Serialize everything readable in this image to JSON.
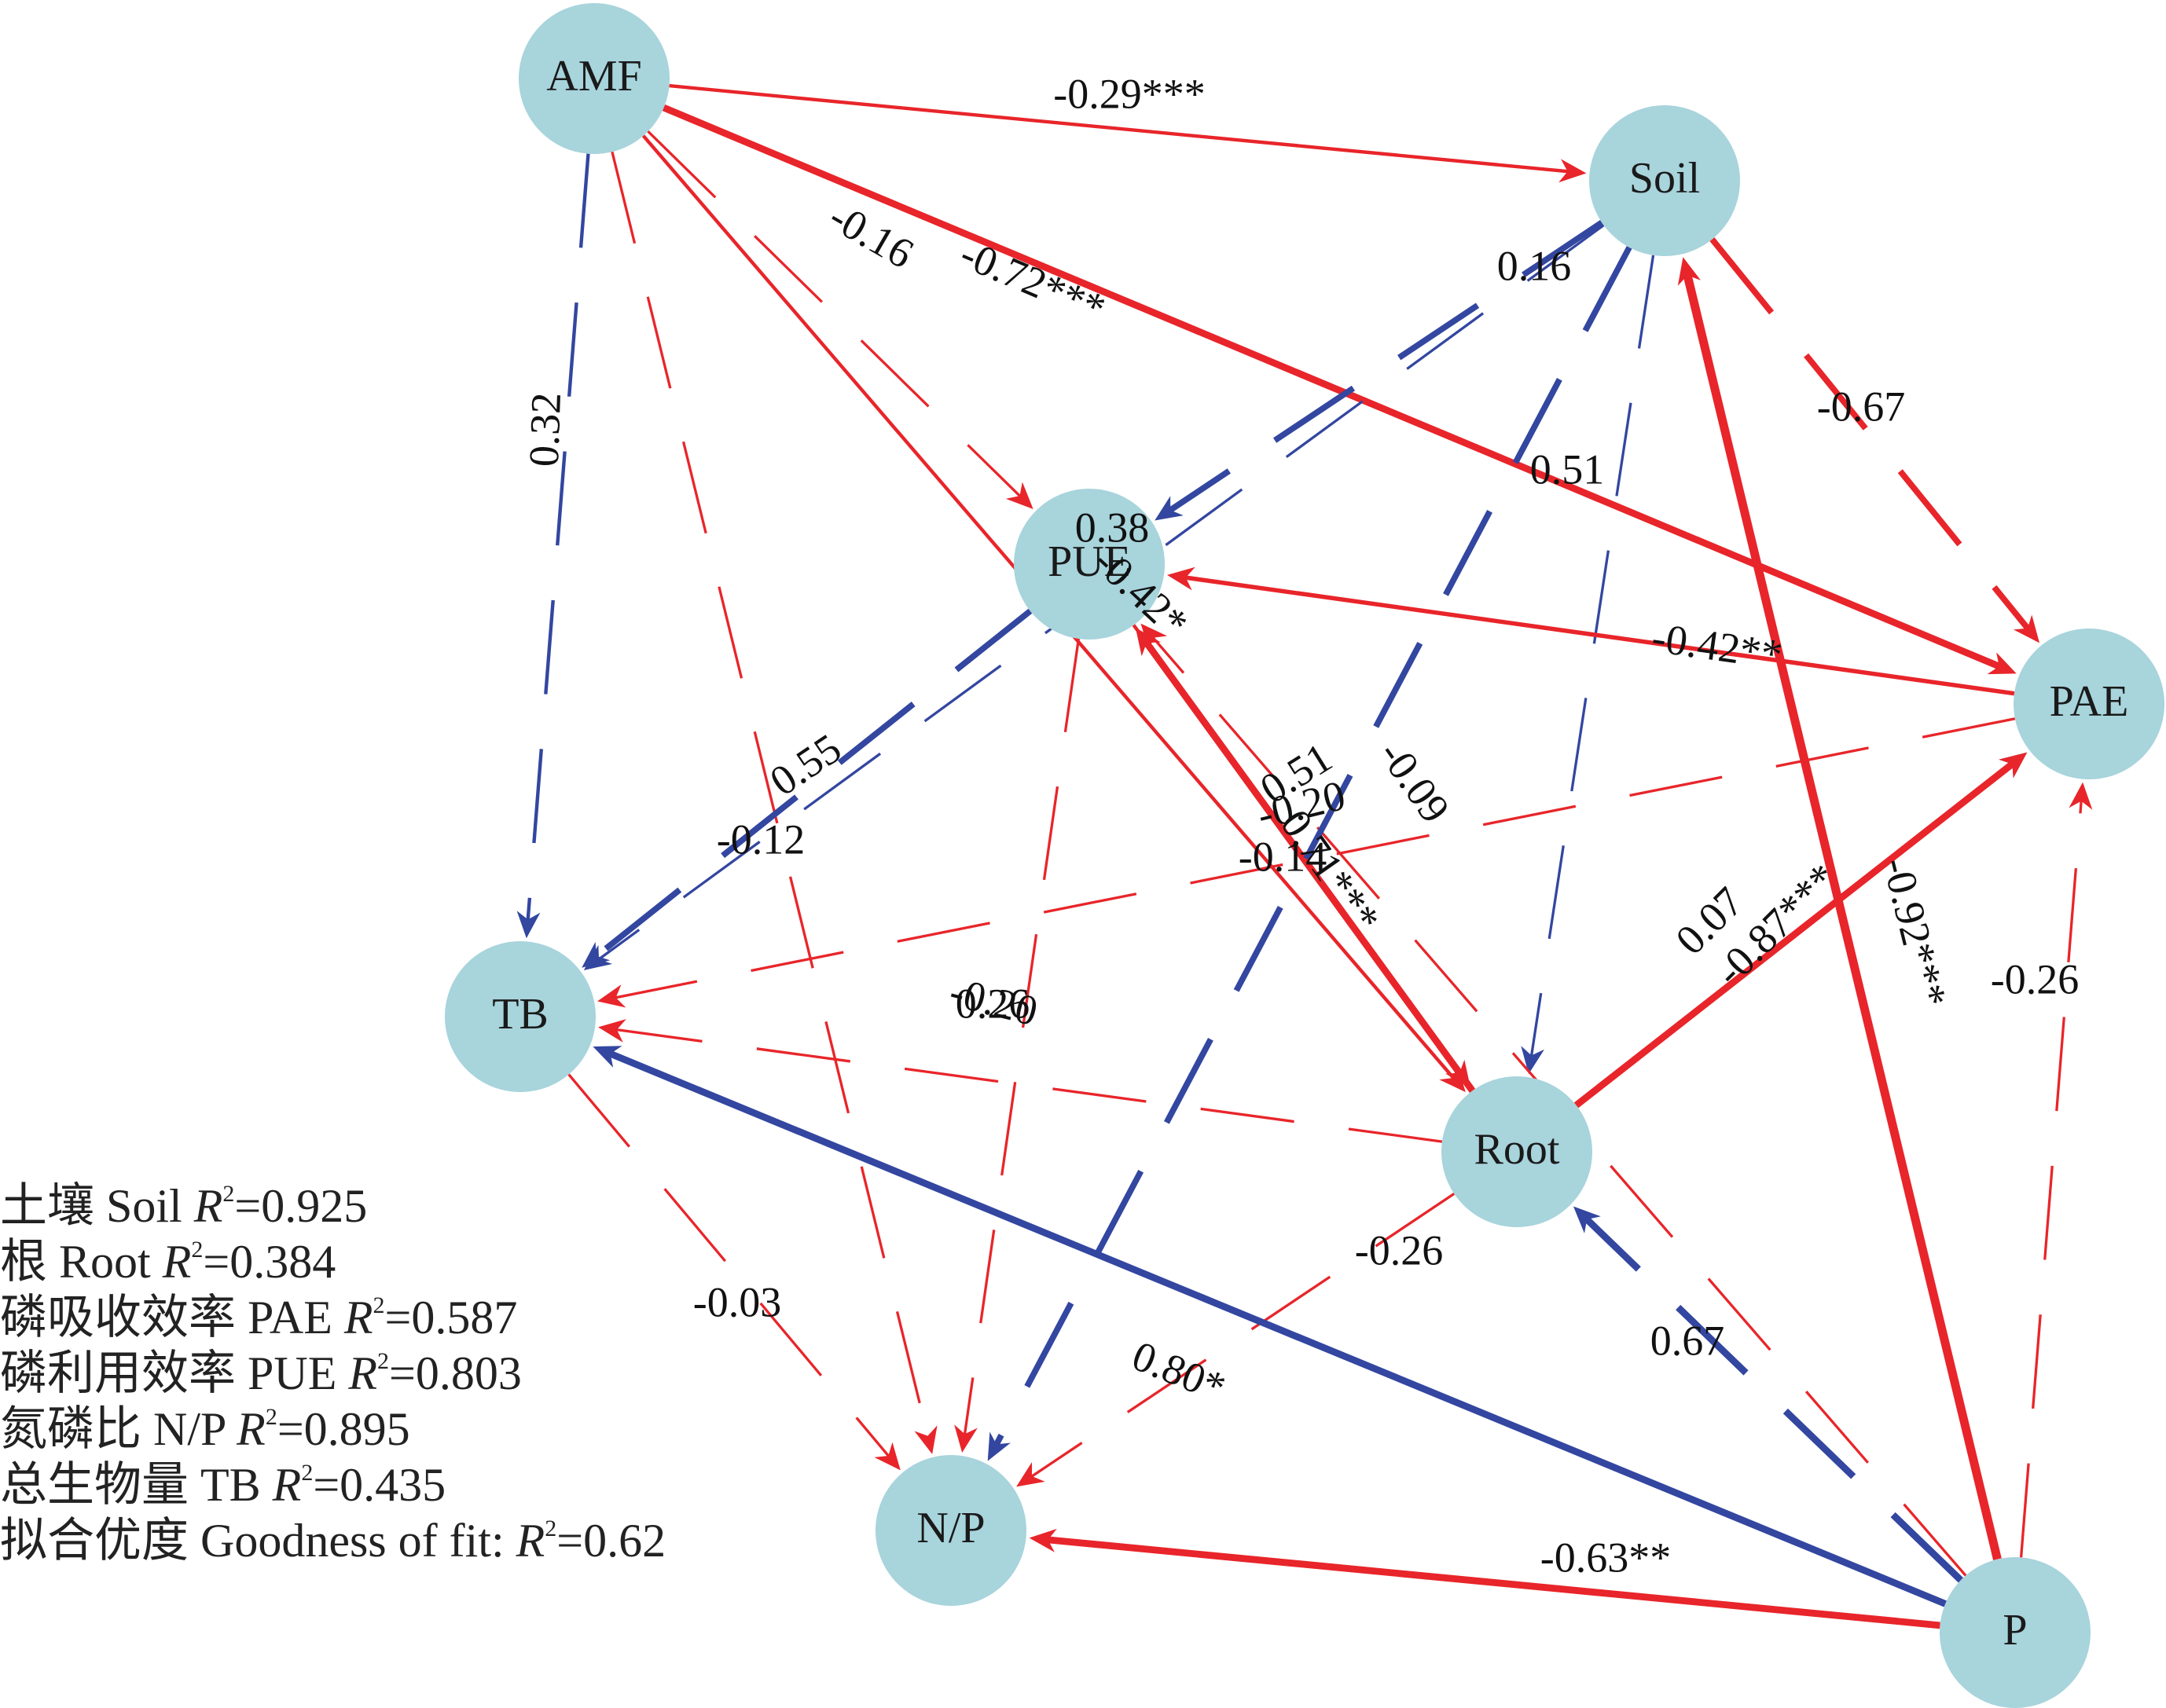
{
  "colors": {
    "positive": "#3346a0",
    "negative": "#e8252a",
    "node_fill": "#a8d4dc",
    "text": "#1a1a1a"
  },
  "nodes": [
    {
      "id": "AMF",
      "label": "AMF"
    },
    {
      "id": "Soil",
      "label": "Soil"
    },
    {
      "id": "PUE",
      "label": "PUE"
    },
    {
      "id": "PAE",
      "label": "PAE"
    },
    {
      "id": "TB",
      "label": "TB"
    },
    {
      "id": "Root",
      "label": "Root"
    },
    {
      "id": "NP",
      "label": "N/P"
    },
    {
      "id": "P",
      "label": "P"
    }
  ],
  "edges": [
    {
      "from": "AMF",
      "to": "Soil",
      "label": "-0.29***",
      "sign": "negative",
      "significant": true,
      "weight": 2
    },
    {
      "from": "AMF",
      "to": "PAE",
      "label": "-0.72***",
      "sign": "negative",
      "significant": true,
      "weight": 4
    },
    {
      "from": "AMF",
      "to": "PUE",
      "label": "-0.16",
      "sign": "negative",
      "significant": false,
      "weight": 1.5
    },
    {
      "from": "AMF",
      "to": "Root",
      "label": "-0.42*",
      "sign": "negative",
      "significant": true,
      "weight": 2
    },
    {
      "from": "AMF",
      "to": "TB",
      "label": "0.32",
      "sign": "positive",
      "significant": false,
      "weight": 2
    },
    {
      "from": "AMF",
      "to": "NP",
      "label": "-0.12",
      "sign": "negative",
      "significant": false,
      "weight": 1.5
    },
    {
      "from": "Soil",
      "to": "PUE",
      "label": "0.16",
      "sign": "positive",
      "significant": false,
      "weight": 3.5
    },
    {
      "from": "Soil",
      "to": "TB",
      "label": "0.38",
      "sign": "positive",
      "significant": false,
      "weight": 1.5
    },
    {
      "from": "Soil",
      "to": "Root",
      "label": "0.51",
      "sign": "positive",
      "significant": false,
      "weight": 1.5
    },
    {
      "from": "Soil",
      "to": "PAE",
      "label": "-0.67",
      "sign": "negative",
      "significant": false,
      "weight": 3.5
    },
    {
      "from": "PAE",
      "to": "PUE",
      "label": "-0.42**",
      "sign": "negative",
      "significant": true,
      "weight": 2.5
    },
    {
      "from": "PAE",
      "to": "TB",
      "label": "-0.20",
      "sign": "negative",
      "significant": false,
      "weight": 1.5
    },
    {
      "from": "PUE",
      "to": "TB",
      "label": "0.55",
      "sign": "positive",
      "significant": false,
      "weight": 3.5
    },
    {
      "from": "PUE",
      "to": "Root",
      "label": "-0.14",
      "sign": "negative",
      "significant": false,
      "weight": 2
    },
    {
      "from": "Root",
      "to": "PUE",
      "label": "0.71***",
      "sign": "negative",
      "significant": true,
      "weight": 4
    },
    {
      "from": "PUE",
      "to": "NP",
      "label": "0.26",
      "sign": "negative",
      "significant": false,
      "weight": 1.5
    },
    {
      "from": "Root",
      "to": "PAE",
      "label": "0.07",
      "sign": "positive",
      "significant": false,
      "weight": 1.5
    },
    {
      "from": "Root",
      "to": "PAE",
      "label": "-0.87***",
      "sign": "negative",
      "significant": true,
      "weight": 4
    },
    {
      "from": "Root",
      "to": "TB",
      "label": "-0.20",
      "sign": "negative",
      "significant": false,
      "weight": 1.5
    },
    {
      "from": "Root",
      "to": "NP",
      "label": "-0.26",
      "sign": "negative",
      "significant": false,
      "weight": 1.5
    },
    {
      "from": "P",
      "to": "Root",
      "label": "0.67",
      "sign": "positive",
      "significant": false,
      "weight": 4
    },
    {
      "from": "P",
      "to": "TB",
      "label": "0.80*",
      "sign": "positive",
      "significant": true,
      "weight": 4
    },
    {
      "from": "P",
      "to": "NP",
      "label": "-0.63**",
      "sign": "negative",
      "significant": true,
      "weight": 4
    },
    {
      "from": "P",
      "to": "Soil",
      "label": "-0.92***",
      "sign": "negative",
      "significant": true,
      "weight": 5
    },
    {
      "from": "P",
      "to": "PAE",
      "label": "-0.26",
      "sign": "negative",
      "significant": false,
      "weight": 1.5
    },
    {
      "from": "P",
      "to": "PUE",
      "label": "-0.09",
      "sign": "negative",
      "significant": false,
      "weight": 1.5
    },
    {
      "from": "Soil",
      "to": "NP",
      "label": "0.51",
      "sign": "positive",
      "significant": false,
      "weight": 3.5
    },
    {
      "from": "TB",
      "to": "NP",
      "label": "-0.03",
      "sign": "negative",
      "significant": false,
      "weight": 1.5
    }
  ],
  "legend": {
    "rows": [
      {
        "name": "土壤 Soil ",
        "symbol": "R",
        "sup": "2",
        "value": "=0.925"
      },
      {
        "name": "根 Root ",
        "symbol": "R",
        "sup": "2",
        "value": "=0.384"
      },
      {
        "name": "磷吸收效率 PAE ",
        "symbol": "R",
        "sup": "2",
        "value": "=0.587"
      },
      {
        "name": "磷利用效率 PUE ",
        "symbol": "R",
        "sup": "2",
        "value": "=0.803"
      },
      {
        "name": "氮磷比 N/P ",
        "symbol": "R",
        "sup": "2",
        "value": "=0.895"
      },
      {
        "name": "总生物量 TB ",
        "symbol": "R",
        "sup": "2",
        "value": "=0.435"
      },
      {
        "name": "拟合优度 Goodness of fit: ",
        "symbol": "R",
        "sup": "2",
        "value": "=0.62"
      }
    ]
  }
}
